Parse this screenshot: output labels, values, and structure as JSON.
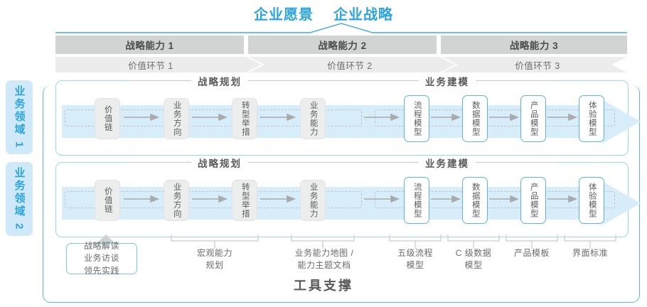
{
  "title": {
    "vision": "企业愿景",
    "strategy": "企业战略",
    "accent_color": "#2ca4dd"
  },
  "capability_bars": [
    {
      "label": "战略能力 1"
    },
    {
      "label": "战略能力 2"
    },
    {
      "label": "战略能力 3"
    }
  ],
  "value_chain": [
    {
      "label": "价值环节 1"
    },
    {
      "label": "价值环节 2"
    },
    {
      "label": "价值环节 3"
    }
  ],
  "domains": [
    {
      "label": "业务领域 1"
    },
    {
      "label": "业务领域 2"
    }
  ],
  "sections": {
    "planning": "战略规划",
    "modeling": "业务建模"
  },
  "nodes": {
    "planning": [
      {
        "label": "价值链",
        "style": "gray"
      },
      {
        "label": "业务方向",
        "style": "gray"
      },
      {
        "label": "转型举措",
        "style": "gray"
      },
      {
        "label": "业务能力",
        "style": "gray"
      }
    ],
    "modeling": [
      {
        "label": "流程模型",
        "style": "blue"
      },
      {
        "label": "数据模型",
        "style": "blue"
      },
      {
        "label": "产品模型",
        "style": "blue"
      },
      {
        "label": "体验模型",
        "style": "blue"
      }
    ]
  },
  "tools": {
    "box": "战略解读\n业务访谈\n领先实践",
    "box_lines": [
      "战略解读",
      "业务访谈",
      "领先实践"
    ],
    "items": [
      {
        "lines": [
          "宏观能力",
          "规划"
        ]
      },
      {
        "lines": [
          "业务能力地图 /",
          "能力主题文档"
        ]
      },
      {
        "lines": [
          "五级流程",
          "模型"
        ]
      },
      {
        "lines": [
          "C 级数据",
          "模型"
        ]
      },
      {
        "lines": [
          "产品模板"
        ]
      },
      {
        "lines": [
          "界面标准"
        ]
      }
    ]
  },
  "support_label": "工具支撑",
  "colors": {
    "accent": "#2ca4dd",
    "bar_gray": "#d2d4d3",
    "chain_gray": "#ececec",
    "node_gray": "#eceded",
    "band_blue": "#d8edfa",
    "domain_blue": "#cfe9f9",
    "border_blue": "#5cb7e6"
  }
}
